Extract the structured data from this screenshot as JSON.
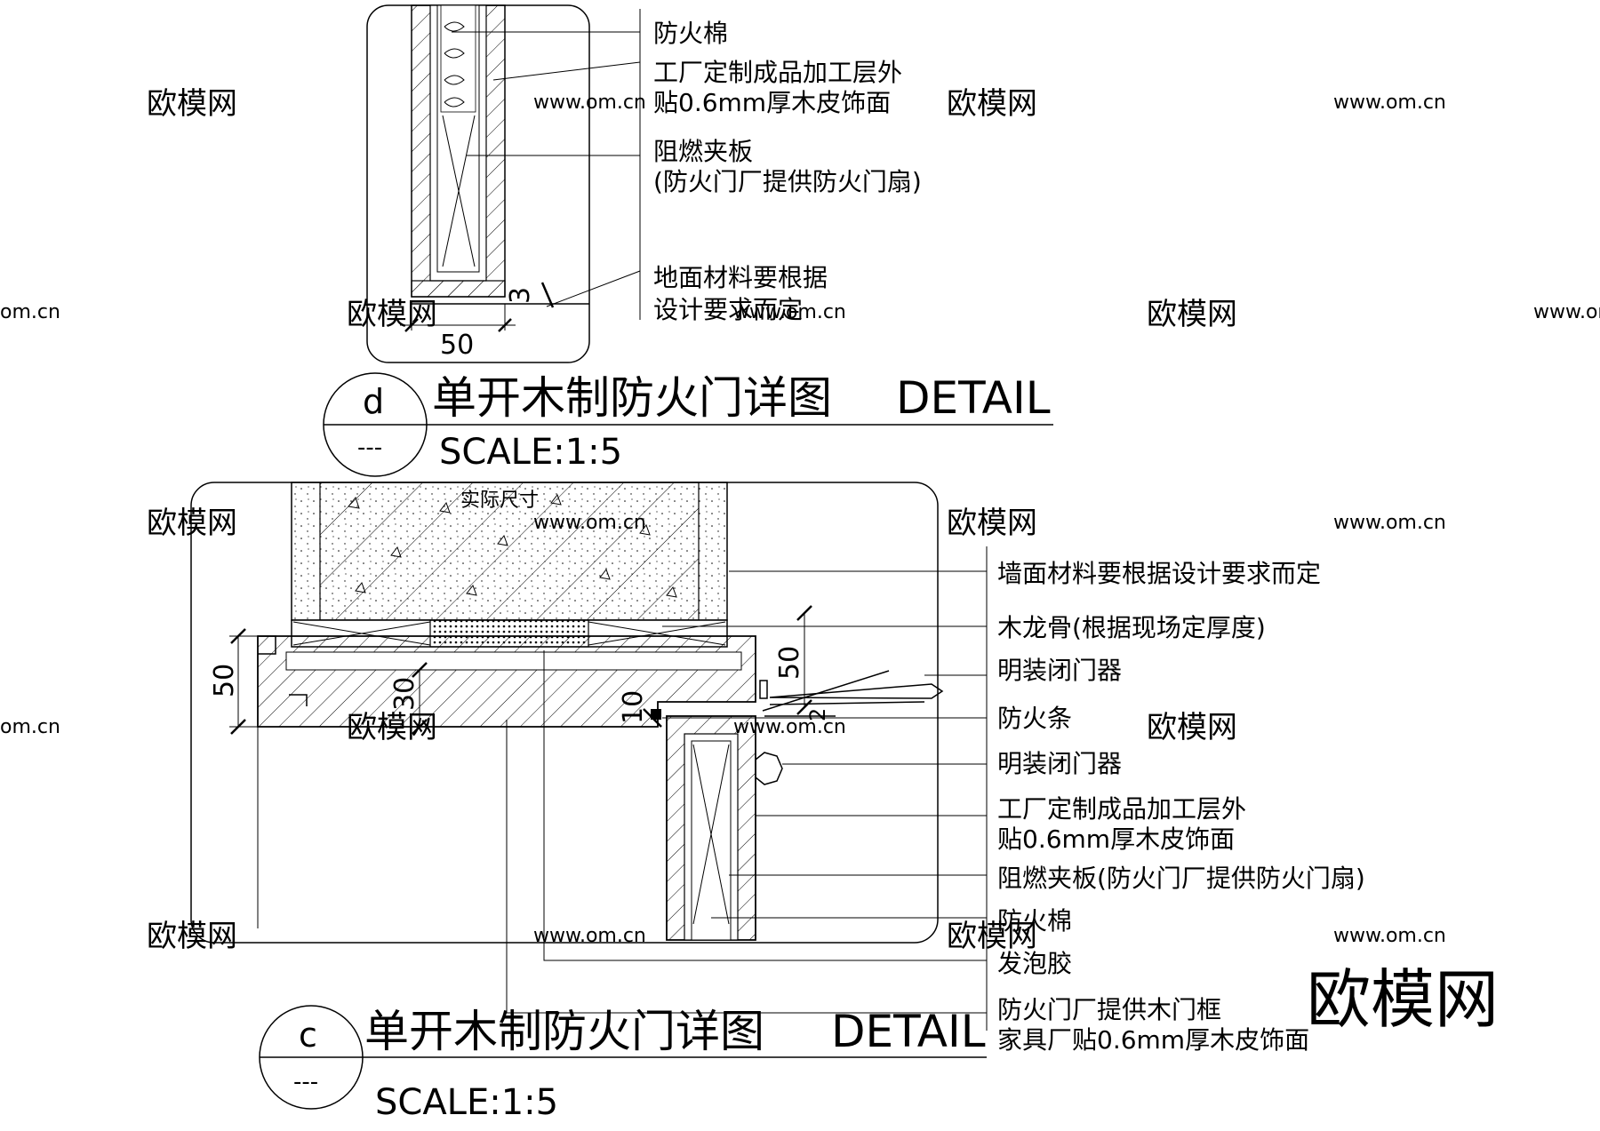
{
  "detail_d": {
    "labels": {
      "fireproof_wool": "防火棉",
      "factory_line1": "工厂定制成品加工层外",
      "factory_line2": "贴0.6mm厚木皮饰面",
      "flame_board_line1": "阻燃夹板",
      "flame_board_line2": "(防火门厂提供防火门扇)",
      "floor_line1": "地面材料要根据",
      "floor_line2": "设计要求而定"
    },
    "dims": {
      "width": "50",
      "gap": "3"
    },
    "callout_letter": "d",
    "callout_sub": "---",
    "title": "单开木制防火门详图",
    "title_en": "DETAIL",
    "scale": "SCALE:1:5"
  },
  "detail_c": {
    "actual_size": "实际尺寸",
    "labels": {
      "wall_material": "墙面材料要根据设计要求而定",
      "wood_keel": "木龙骨(根据现场定厚度)",
      "door_closer_1": "明装闭门器",
      "fire_strip": "防火条",
      "door_closer_2": "明装闭门器",
      "factory_line1": "工厂定制成品加工层外",
      "factory_line2": "贴0.6mm厚木皮饰面",
      "flame_board": "阻燃夹板(防火门厂提供防火门扇)",
      "fireproof_wool": "防火棉",
      "foam_glue": "发泡胶",
      "frame_line1": "防火门厂提供木门框",
      "frame_line2": "家具厂贴0.6mm厚木皮饰面"
    },
    "dims": {
      "d50_left": "50",
      "d30": "30",
      "d10": "10",
      "d50_right": "50",
      "d2": "2"
    },
    "callout_letter": "c",
    "callout_sub": "---",
    "title": "单开木制防火门详图",
    "title_en": "DETAIL",
    "scale": "SCALE:1:5"
  },
  "watermarks": {
    "cn": "欧模网",
    "url": "www.om.cn",
    "url_short": "om.cn"
  },
  "brand": "欧模网",
  "colors": {
    "line": "#000000",
    "watermark": "#e6e6e6",
    "background": "#ffffff"
  }
}
